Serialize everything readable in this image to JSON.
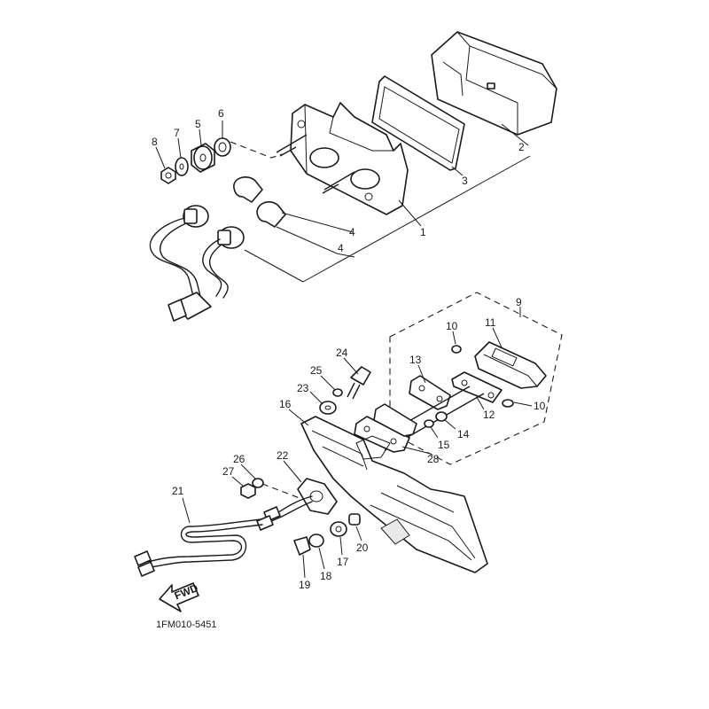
{
  "diagram": {
    "labels": {
      "p1": "1",
      "p2": "2",
      "p3": "3",
      "p4a": "4",
      "p4b": "4",
      "p5": "5",
      "p6": "6",
      "p7": "7",
      "p8": "8",
      "p9": "9",
      "p10a": "10",
      "p10b": "10",
      "p11": "11",
      "p12": "12",
      "p13": "13",
      "p14": "14",
      "p15": "15",
      "p16": "16",
      "p17": "17",
      "p18": "18",
      "p19": "19",
      "p20": "20",
      "p21": "21",
      "p22": "22",
      "p23": "23",
      "p24": "24",
      "p25": "25",
      "p26": "26",
      "p27": "27",
      "p28": "28"
    },
    "fwd_label": "FWD",
    "drawing_code": "1FM010-5451"
  }
}
